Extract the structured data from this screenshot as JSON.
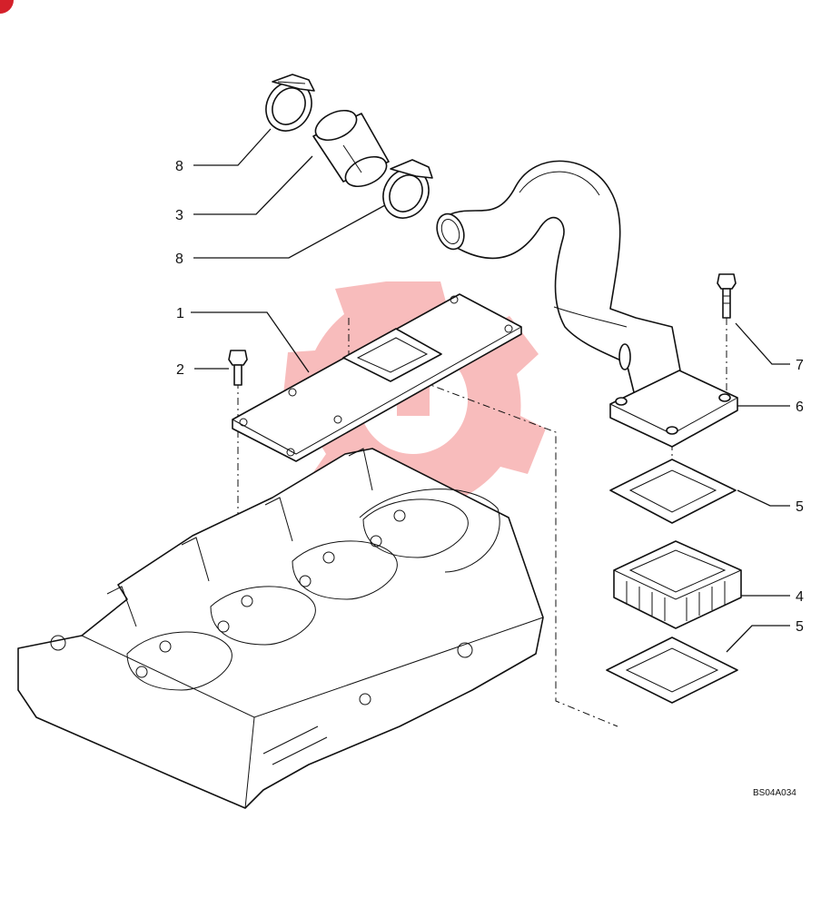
{
  "diagram": {
    "reference_code": "BS04A034",
    "callouts": [
      {
        "id": "c1",
        "label": "1"
      },
      {
        "id": "c2",
        "label": "2"
      },
      {
        "id": "c3",
        "label": "3"
      },
      {
        "id": "c4",
        "label": "4"
      },
      {
        "id": "c5a",
        "label": "5"
      },
      {
        "id": "c5b",
        "label": "5"
      },
      {
        "id": "c6",
        "label": "6"
      },
      {
        "id": "c7",
        "label": "7"
      },
      {
        "id": "c8a",
        "label": "8"
      },
      {
        "id": "c8b",
        "label": "8"
      }
    ]
  },
  "colors": {
    "line": "#111111",
    "watermark": "#f06a6a",
    "corner_badge": "#d4202a"
  }
}
